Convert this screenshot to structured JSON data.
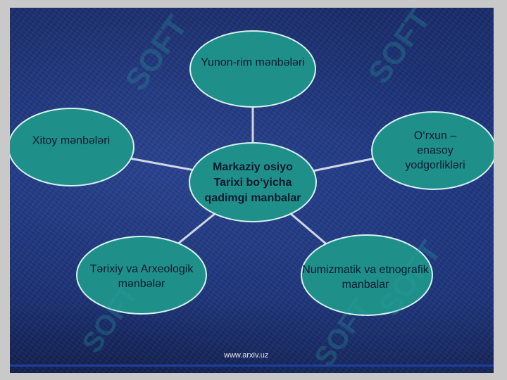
{
  "diagram": {
    "center": {
      "label": "Markaziy osiyo\nTarixi bo‘yicha\nqadimgi manbalar"
    },
    "nodes": [
      {
        "key": "top",
        "label": "Yunon-rim mənbələri"
      },
      {
        "key": "left",
        "label": "Xitoy mənbələri"
      },
      {
        "key": "right",
        "label": "O‘rxun –enasoy\nyodgorliklәri"
      },
      {
        "key": "bottom_left",
        "label": "Tərixiy va Arxeologik\nmənbələr"
      },
      {
        "key": "bottom_right",
        "label": "Numizmatik va etnografik\nmanbalar"
      }
    ],
    "colors": {
      "node_fill": "#1f8f8a",
      "node_stroke": "#d6f2ee",
      "connector": "#cfd6e4",
      "background": "#1e3680"
    }
  },
  "footer": {
    "source": "www.arxiv.uz"
  },
  "watermarks": [
    "SOFT",
    "SOFT",
    "SOFT",
    "SOFT",
    "SOFT"
  ]
}
